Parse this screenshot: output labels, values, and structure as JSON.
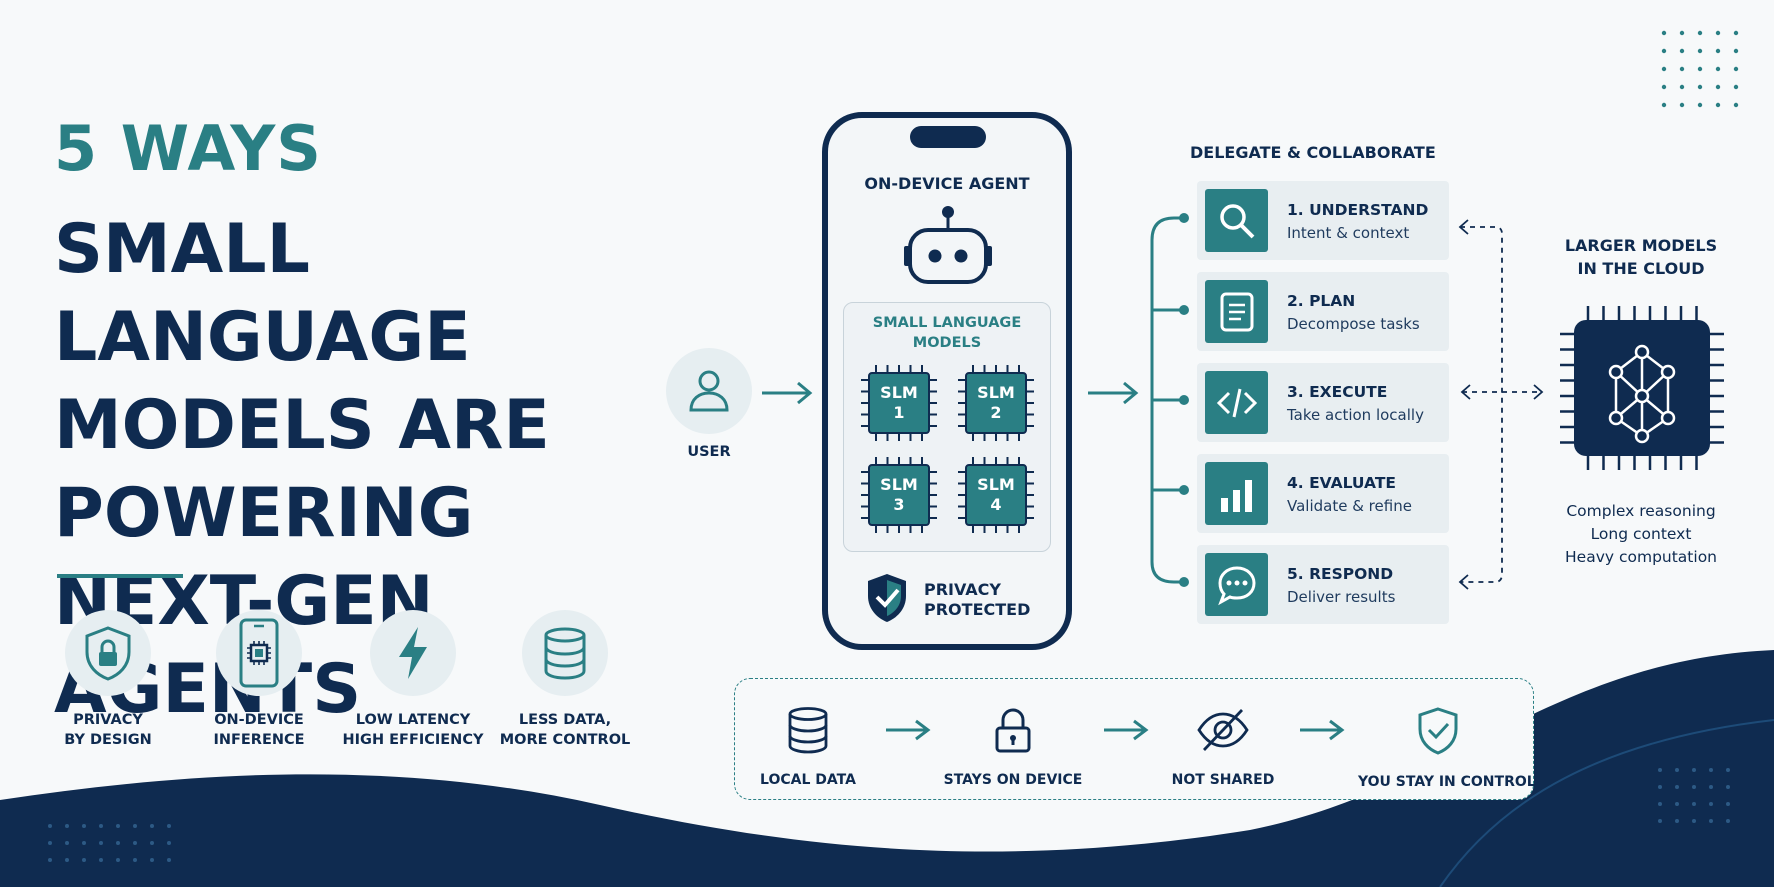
{
  "colors": {
    "navy": "#0f2b50",
    "teal": "#2a7f84",
    "panel": "#e8eef1",
    "background": "#f7f9fa"
  },
  "headline": {
    "kicker": "5 WAYS",
    "title": "SMALL LANGUAGE MODELS ARE POWERING NEXT-GEN AGENTS"
  },
  "features": [
    {
      "icon": "shield-lock-icon",
      "label": "PRIVACY\nBY DESIGN"
    },
    {
      "icon": "smartphone-chip-icon",
      "label": "ON-DEVICE\nINFERENCE"
    },
    {
      "icon": "lightning-icon",
      "label": "LOW LATENCY\nHIGH EFFICIENCY"
    },
    {
      "icon": "database-icon",
      "label": "LESS DATA,\nMORE CONTROL"
    }
  ],
  "user": {
    "icon": "user-icon",
    "label": "USER"
  },
  "device": {
    "title": "ON-DEVICE AGENT",
    "icon": "robot-icon",
    "models_title": "SMALL LANGUAGE\nMODELS",
    "chips": [
      "SLM\n1",
      "SLM\n2",
      "SLM\n3",
      "SLM\n4"
    ],
    "privacy_icon": "shield-check-icon",
    "privacy_label": "PRIVACY\nPROTECTED"
  },
  "delegate": {
    "title": "DELEGATE & COLLABORATE",
    "steps": [
      {
        "icon": "magnifier-icon",
        "title": "1. UNDERSTAND",
        "desc": "Intent & context"
      },
      {
        "icon": "document-icon",
        "title": "2. PLAN",
        "desc": "Decompose tasks"
      },
      {
        "icon": "code-icon",
        "title": "3. EXECUTE",
        "desc": "Take action locally"
      },
      {
        "icon": "bar-chart-icon",
        "title": "4. EVALUATE",
        "desc": "Validate & refine"
      },
      {
        "icon": "chat-bubble-icon",
        "title": "5. RESPOND",
        "desc": "Deliver results"
      }
    ]
  },
  "cloud": {
    "title": "LARGER MODELS\nIN THE CLOUD",
    "icon": "neural-chip-icon",
    "capabilities": [
      "Complex reasoning",
      "Long context",
      "Heavy computation"
    ]
  },
  "data_flow": [
    {
      "icon": "database-icon",
      "label": "LOCAL DATA"
    },
    {
      "icon": "padlock-icon",
      "label": "STAYS ON DEVICE"
    },
    {
      "icon": "eye-slash-icon",
      "label": "NOT SHARED"
    },
    {
      "icon": "shield-check-icon",
      "label": "YOU STAY IN CONTROL"
    }
  ]
}
